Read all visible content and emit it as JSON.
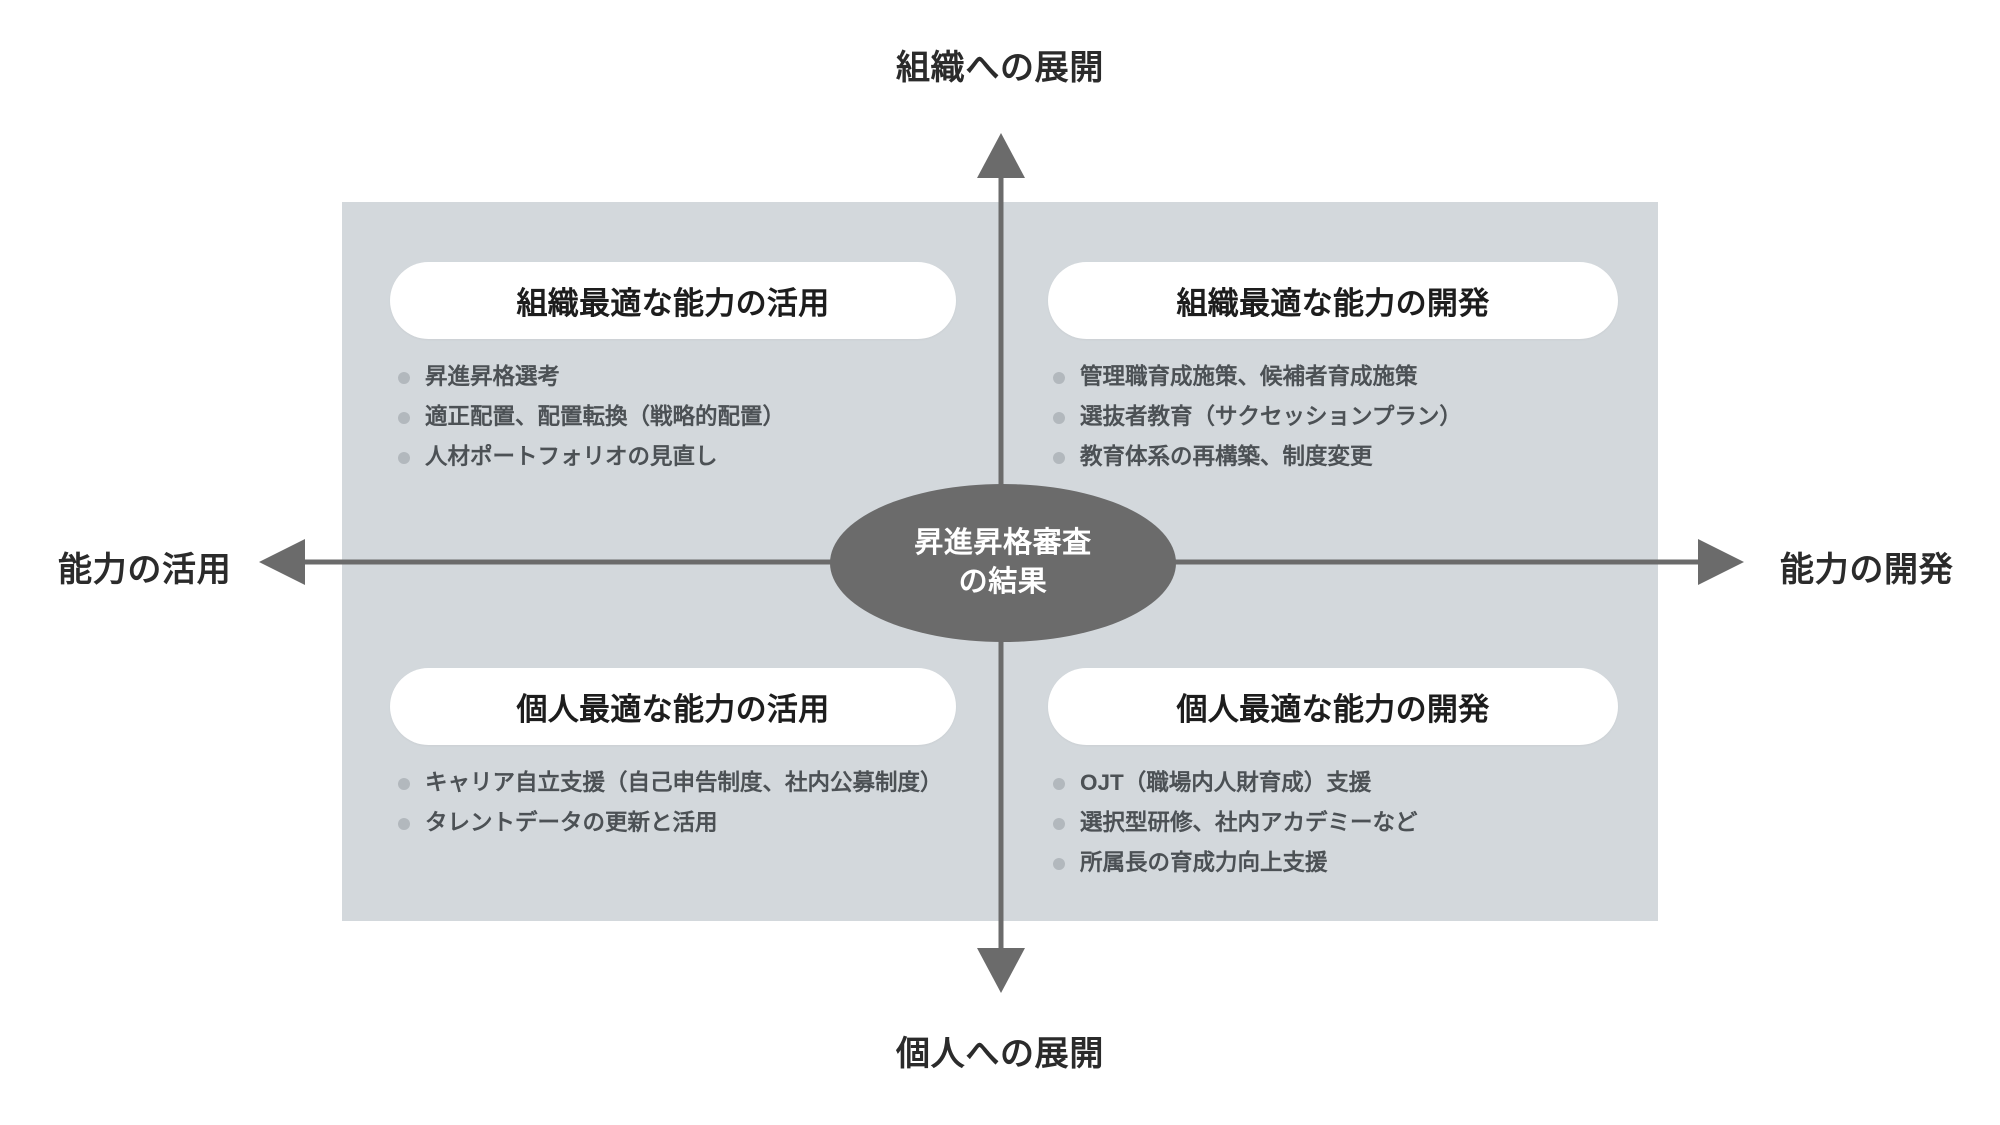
{
  "colors": {
    "panel_bg": "#d3d8dc",
    "page_bg": "#ffffff",
    "pill_bg": "#ffffff",
    "center_node_bg": "#6b6b6b",
    "axis_line": "#6b6b6b",
    "heading_text": "#1d1d1d",
    "bullet_text": "#4c5155",
    "bullet_dot": "#b2b8bd",
    "axis_label_text": "#2b2b2b"
  },
  "axes": {
    "vertical": {
      "top_label": "組織への展開",
      "bottom_label": "個人への展開"
    },
    "horizontal": {
      "left_label": "能力の活用",
      "right_label": "能力の開発"
    }
  },
  "center_node": {
    "line1": "昇進昇格審査",
    "line2": "の結果"
  },
  "quadrants": [
    {
      "key": "top-left",
      "title": "組織最適な能力の活用",
      "items": [
        "昇進昇格選考",
        "適正配置、配置転換（戦略的配置）",
        "人材ポートフォリオの見直し"
      ]
    },
    {
      "key": "top-right",
      "title": "組織最適な能力の開発",
      "items": [
        "管理職育成施策、候補者育成施策",
        "選抜者教育（サクセッションプラン）",
        "教育体系の再構築、制度変更"
      ]
    },
    {
      "key": "bottom-left",
      "title": "個人最適な能力の活用",
      "items": [
        "キャリア自立支援（自己申告制度、社内公募制度）",
        "タレントデータの更新と活用"
      ]
    },
    {
      "key": "bottom-right",
      "title": "個人最適な能力の開発",
      "items": [
        "OJT（職場内人財育成）支援",
        "選択型研修、社内アカデミーなど",
        "所属長の育成力向上支援"
      ]
    }
  ]
}
